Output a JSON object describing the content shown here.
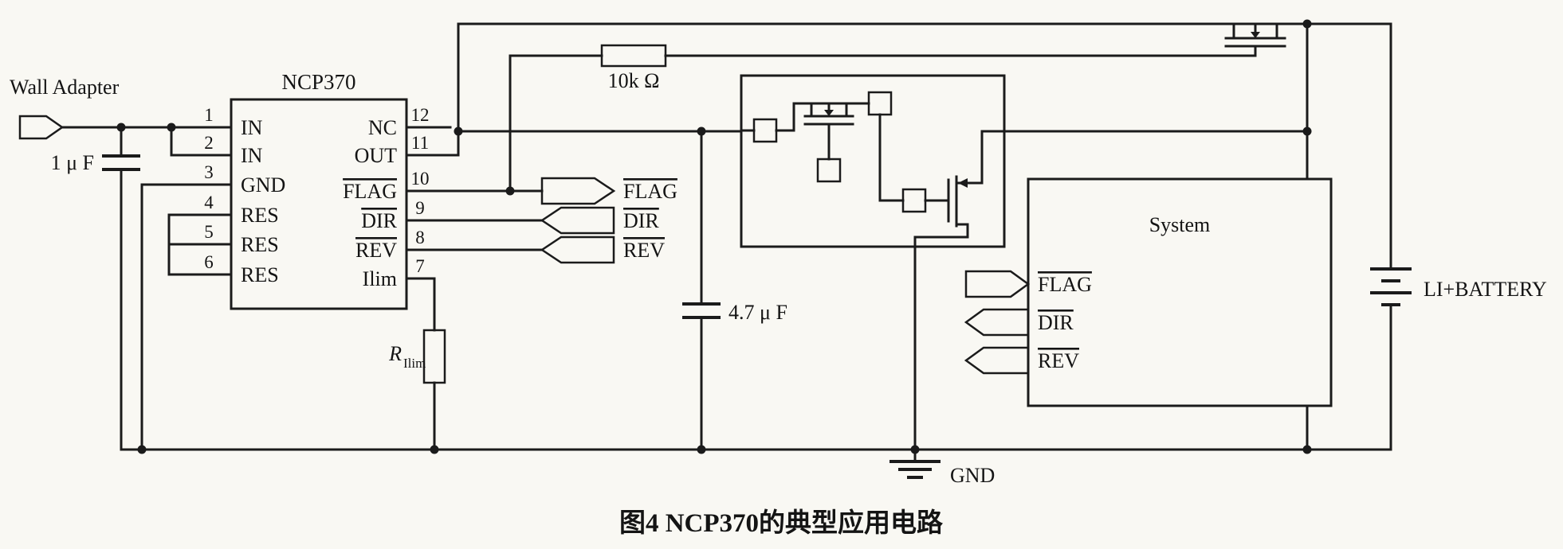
{
  "figure": {
    "caption": "图4  NCP370的典型应用电路"
  },
  "ic": {
    "title": "NCP370",
    "left_pins": [
      {
        "num": "1",
        "label": "IN"
      },
      {
        "num": "2",
        "label": "IN"
      },
      {
        "num": "3",
        "label": "GND"
      },
      {
        "num": "4",
        "label": "RES"
      },
      {
        "num": "5",
        "label": "RES"
      },
      {
        "num": "6",
        "label": "RES"
      }
    ],
    "right_pins": [
      {
        "num": "12",
        "label": "NC"
      },
      {
        "num": "11",
        "label": "OUT"
      },
      {
        "num": "10",
        "label": "FLAG"
      },
      {
        "num": "9",
        "label": "DIR"
      },
      {
        "num": "8",
        "label": "REV"
      },
      {
        "num": "7",
        "label": "Ilim"
      }
    ]
  },
  "components": {
    "wall_adapter": "Wall Adapter",
    "input_cap": "1 μ F",
    "pullup_resistor": "10k Ω",
    "ilim_resistor": {
      "symbol": "R",
      "subscript": "Ilim"
    },
    "out_cap": "4.7 μ F",
    "battery": "LI+BATTERY",
    "ground": "GND",
    "system_block": "System"
  },
  "signal_flags": {
    "ncp370": [
      "FLAG",
      "DIR",
      "REV"
    ],
    "system": [
      "FLAG",
      "DIR",
      "REV"
    ]
  }
}
